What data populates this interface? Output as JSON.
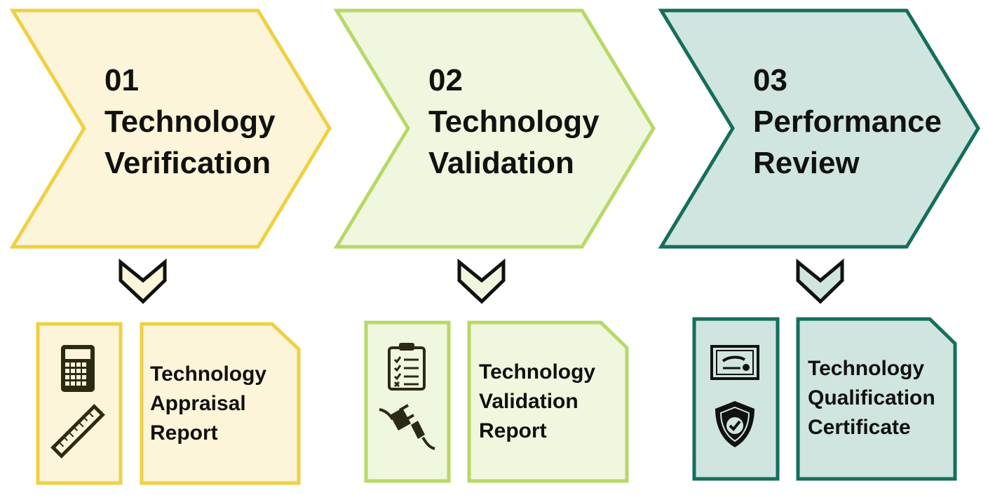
{
  "colors": {
    "step1": {
      "stroke": "#f0d043",
      "fill": "#fdf5d9"
    },
    "step2": {
      "stroke": "#b6d966",
      "fill": "#eff7df"
    },
    "step3": {
      "stroke": "#156e5c",
      "fill": "#d0e5df"
    },
    "icon": "#2b2a12"
  },
  "steps": [
    {
      "number": "01",
      "title_line1": "Technology",
      "title_line2": "Verification",
      "icons": [
        "calculator-icon",
        "ruler-icon"
      ],
      "deliverable": {
        "line1": "Technology",
        "line2": "Appraisal",
        "line3": "Report"
      }
    },
    {
      "number": "02",
      "title_line1": "Technology",
      "title_line2": "Validation",
      "icons": [
        "checklist-icon",
        "plug-icon"
      ],
      "deliverable": {
        "line1": "Technology",
        "line2": "Validation",
        "line3": "Report"
      }
    },
    {
      "number": "03",
      "title_line1": "Performance",
      "title_line2": "Review",
      "icons": [
        "certificate-icon",
        "shield-check-icon"
      ],
      "deliverable": {
        "line1": "Technology",
        "line2": "Qualification",
        "line3": "Certificate"
      }
    }
  ]
}
